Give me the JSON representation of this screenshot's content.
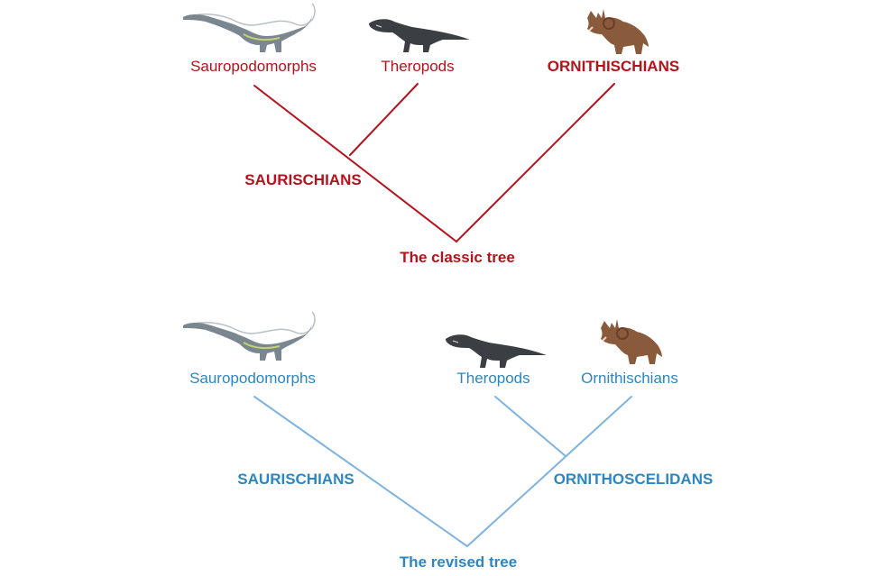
{
  "colors": {
    "classic": "#b5121b",
    "revised": "#2e86c1",
    "revised_line": "#7fb3df",
    "sauropod_body": "#7a8690",
    "theropod_body": "#3b3f44",
    "ceratopsian_body": "#8a5a3c"
  },
  "classic_tree": {
    "title": "The classic tree",
    "leaves": [
      "Sauropodomorphs",
      "Theropods",
      "ORNITHISCHIANS"
    ],
    "clades": [
      "SAURISCHIANS"
    ],
    "icons": [
      "sauropod-icon",
      "theropod-icon",
      "ceratopsian-icon"
    ]
  },
  "revised_tree": {
    "title": "The revised tree",
    "leaves": [
      "Sauropodomorphs",
      "Theropods",
      "Ornithischians"
    ],
    "clades": [
      "SAURISCHIANS",
      "ORNITHOSCELIDANS"
    ],
    "icons": [
      "sauropod-icon",
      "theropod-icon",
      "ceratopsian-icon"
    ]
  }
}
